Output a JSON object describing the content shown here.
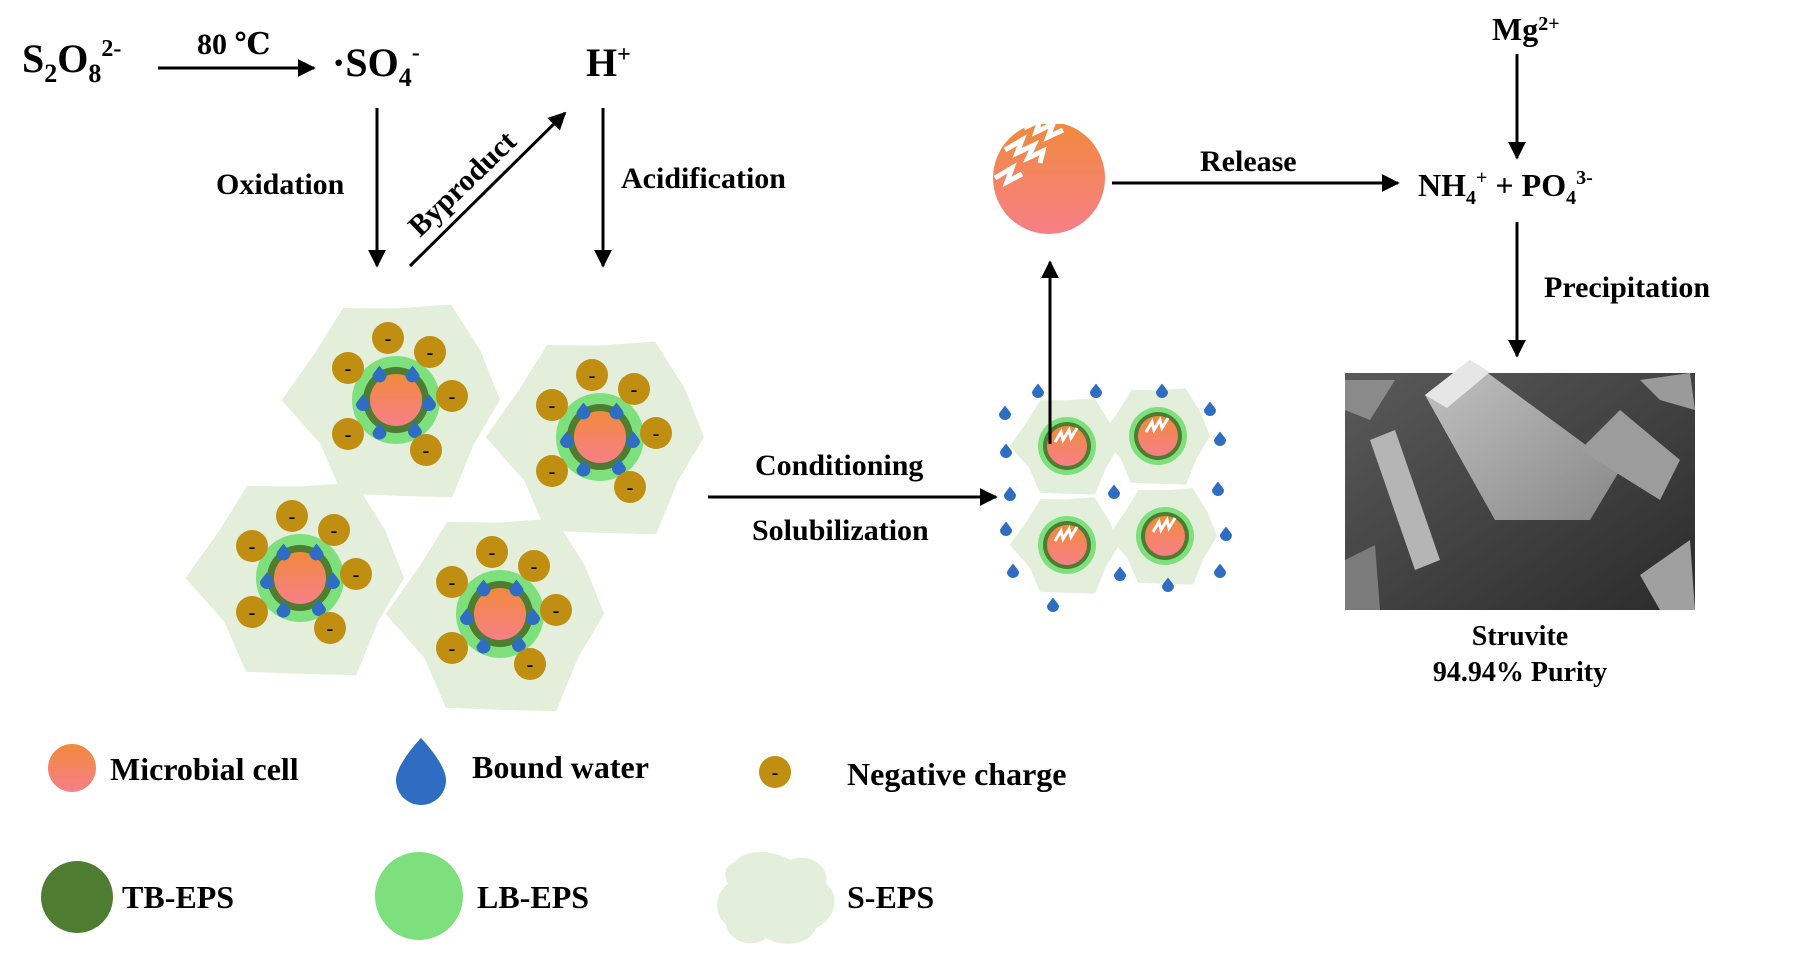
{
  "reaction": {
    "persulfate": {
      "base": "S",
      "sub1": "2",
      "mid": "O",
      "sub2": "8",
      "sup": "2-"
    },
    "temperature": "80 ℃",
    "radical": {
      "base": "·SO",
      "sub": "4",
      "sup": "-"
    },
    "proton": {
      "base": "H",
      "sup": "+"
    }
  },
  "arrows": {
    "oxidation": "Oxidation",
    "byproduct": "Byproduct",
    "acidification": "Acidification",
    "release": "Release",
    "conditioning": "Conditioning",
    "solubilization": "Solubilization",
    "precipitation": "Precipitation"
  },
  "ions": {
    "magnesium": {
      "base": "Mg",
      "sup": "2+"
    },
    "ammonium": {
      "base": "NH",
      "sub": "4",
      "sup": "+"
    },
    "plus": "+",
    "phosphate": {
      "base": "PO",
      "sub": "4",
      "sup": "3-"
    }
  },
  "product": {
    "name": "Struvite",
    "purity": "94.94% Purity"
  },
  "charge_symbol": "-",
  "legend": [
    {
      "label": "Microbial cell",
      "icon": "microbial-cell"
    },
    {
      "label": "Bound water",
      "icon": "water-drop"
    },
    {
      "label": "Negative charge",
      "icon": "negative-charge"
    },
    {
      "label": "TB-EPS",
      "icon": "tb-eps"
    },
    {
      "label": "LB-EPS",
      "icon": "lb-eps"
    },
    {
      "label": "S-EPS",
      "icon": "s-eps"
    }
  ],
  "colors": {
    "cell_top": "#f08a3c",
    "cell_bottom": "#f77f88",
    "tb_eps": "#4e7d32",
    "lb_eps": "#7de07d",
    "s_eps": "#e3eedb",
    "water": "#2f6dc2",
    "charge": "#c08f12",
    "arrow": "#000000",
    "sem_bg": "#3a3a3a"
  }
}
